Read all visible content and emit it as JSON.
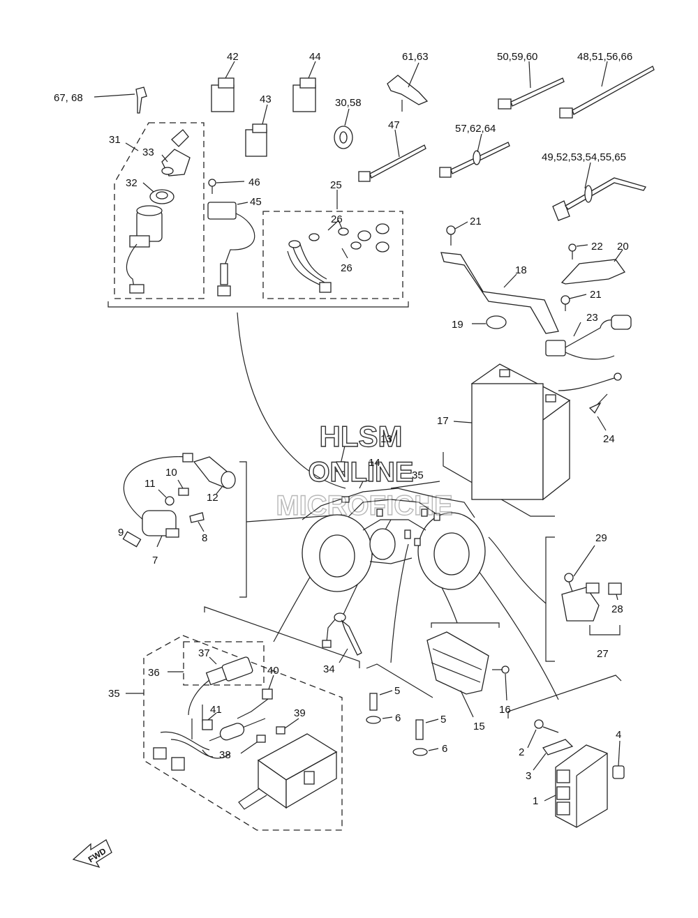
{
  "watermark": {
    "line1": "HLSM",
    "line2": "ONLINE",
    "line3": "MICROFICHE"
  },
  "fwd_label": "FWD",
  "callouts": [
    {
      "id": "c-42",
      "text": "42"
    },
    {
      "id": "c-44",
      "text": "44"
    },
    {
      "id": "c-61-63",
      "text": "61,63"
    },
    {
      "id": "c-50-59-60",
      "text": "50,59,60"
    },
    {
      "id": "c-48-51-56-66",
      "text": "48,51,56,66"
    },
    {
      "id": "c-67-68",
      "text": "67, 68"
    },
    {
      "id": "c-43",
      "text": "43"
    },
    {
      "id": "c-30-58",
      "text": "30,58"
    },
    {
      "id": "c-31",
      "text": "31"
    },
    {
      "id": "c-33",
      "text": "33"
    },
    {
      "id": "c-47",
      "text": "47"
    },
    {
      "id": "c-57-62-64",
      "text": "57,62,64"
    },
    {
      "id": "c-49-65",
      "text": "49,52,53,54,55,65"
    },
    {
      "id": "c-32",
      "text": "32"
    },
    {
      "id": "c-46",
      "text": "46"
    },
    {
      "id": "c-25",
      "text": "25"
    },
    {
      "id": "c-45",
      "text": "45"
    },
    {
      "id": "c-26a",
      "text": "26"
    },
    {
      "id": "c-21a",
      "text": "21"
    },
    {
      "id": "c-22",
      "text": "22"
    },
    {
      "id": "c-20",
      "text": "20"
    },
    {
      "id": "c-26b",
      "text": "26"
    },
    {
      "id": "c-18",
      "text": "18"
    },
    {
      "id": "c-21b",
      "text": "21"
    },
    {
      "id": "c-19",
      "text": "19"
    },
    {
      "id": "c-23",
      "text": "23"
    },
    {
      "id": "c-17",
      "text": "17"
    },
    {
      "id": "c-24",
      "text": "24"
    },
    {
      "id": "c-13",
      "text": "13"
    },
    {
      "id": "c-14",
      "text": "14"
    },
    {
      "id": "c-10",
      "text": "10"
    },
    {
      "id": "c-11",
      "text": "11"
    },
    {
      "id": "c-12",
      "text": "12"
    },
    {
      "id": "c-35a",
      "text": "35"
    },
    {
      "id": "c-9",
      "text": "9"
    },
    {
      "id": "c-8",
      "text": "8"
    },
    {
      "id": "c-7",
      "text": "7"
    },
    {
      "id": "c-29",
      "text": "29"
    },
    {
      "id": "c-28",
      "text": "28"
    },
    {
      "id": "c-27",
      "text": "27"
    },
    {
      "id": "c-37",
      "text": "37"
    },
    {
      "id": "c-36",
      "text": "36"
    },
    {
      "id": "c-40",
      "text": "40"
    },
    {
      "id": "c-34",
      "text": "34"
    },
    {
      "id": "c-35b",
      "text": "35"
    },
    {
      "id": "c-5a",
      "text": "5"
    },
    {
      "id": "c-6a",
      "text": "6"
    },
    {
      "id": "c-16",
      "text": "16"
    },
    {
      "id": "c-41",
      "text": "41"
    },
    {
      "id": "c-39",
      "text": "39"
    },
    {
      "id": "c-5b",
      "text": "5"
    },
    {
      "id": "c-15",
      "text": "15"
    },
    {
      "id": "c-4",
      "text": "4"
    },
    {
      "id": "c-38",
      "text": "38"
    },
    {
      "id": "c-6b",
      "text": "6"
    },
    {
      "id": "c-2",
      "text": "2"
    },
    {
      "id": "c-3",
      "text": "3"
    },
    {
      "id": "c-1",
      "text": "1"
    }
  ]
}
